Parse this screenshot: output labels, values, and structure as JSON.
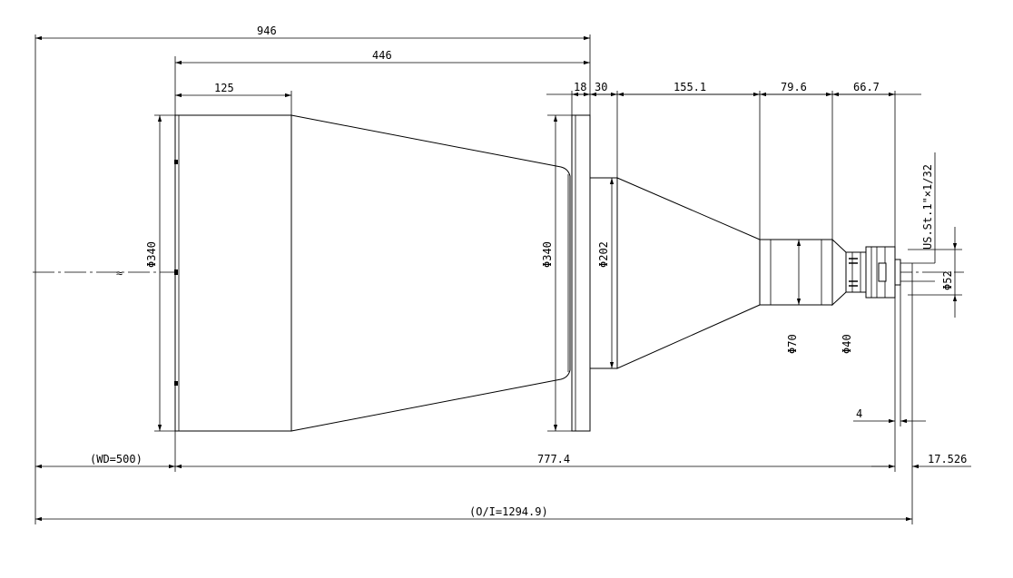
{
  "dimensions": {
    "total_length": "946",
    "lens_length": "446",
    "front_length": "125",
    "flange_thickness": "18",
    "flange_step": "30",
    "cone_length": "155.1",
    "barrel_length": "79.6",
    "rear_length": "66.7",
    "front_diameter": "Φ340",
    "flange_diameter": "Φ340",
    "mid_diameter": "Φ202",
    "barrel_diameter": "Φ70",
    "rear_diameter": "Φ40",
    "mount_diameter": "Φ52",
    "thread": "US.St.1\"×1/32",
    "mount_offset": "4",
    "working_distance": "(WD=500)",
    "optical_length": "777.4",
    "back_focal": "17.526",
    "object_to_image": "(O/I=1294.9)"
  },
  "symbols": {
    "break_mark": "≈"
  }
}
